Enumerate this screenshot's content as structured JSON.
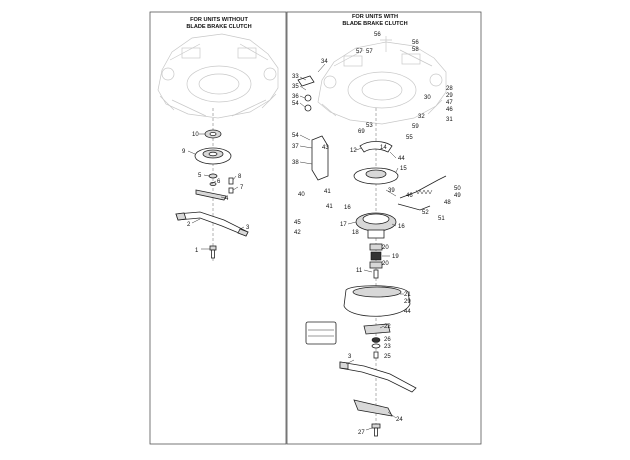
{
  "headers": {
    "left": [
      "FOR UNITS WITHOUT",
      "BLADE BRAKE CLUTCH"
    ],
    "right": [
      "FOR UNITS WITH",
      "BLADE BRAKE CLUTCH"
    ]
  },
  "left_callouts": [
    "10",
    "9",
    "5",
    "6",
    "8",
    "7",
    "4",
    "2",
    "3",
    "1"
  ],
  "right_callouts": [
    "56",
    "56",
    "58",
    "57",
    "57",
    "33",
    "34",
    "35",
    "36",
    "54",
    "28",
    "29",
    "30",
    "47",
    "46",
    "31",
    "32",
    "59",
    "53",
    "69",
    "55",
    "54",
    "37",
    "43",
    "38",
    "12",
    "14",
    "44",
    "15",
    "39",
    "40",
    "41",
    "41",
    "16",
    "45",
    "42",
    "50",
    "49",
    "48",
    "46",
    "52",
    "51",
    "17",
    "18",
    "16",
    "20",
    "19",
    "20",
    "11",
    "21",
    "29",
    "44",
    "22",
    "26",
    "23",
    "25",
    "3",
    "24",
    "27"
  ]
}
